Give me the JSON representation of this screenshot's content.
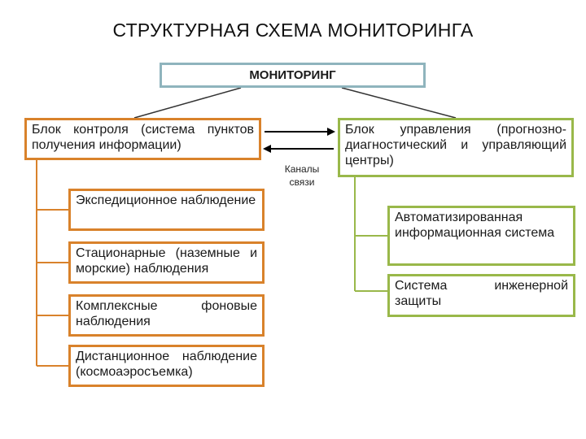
{
  "title": "СТРУКТУРНАЯ СХЕМА МОНИТОРИНГА",
  "root": "МОНИТОРИНГ",
  "control_block": "Блок контроля (система пунктов получения информации)",
  "management_block": "Блок управления (прогнозно-диагностический и управляющий центры)",
  "channels": "Каналы связи",
  "control_items": [
    "Экспедиционное наблюдение",
    "Стационарные (наземные и морские) наблюдения",
    "Комплексные фоновые наблюдения",
    "Дистанционное наблюдение (космоаэросъемка)"
  ],
  "management_items": [
    "Автоматизированная информационная система",
    "Система инженерной защиты"
  ],
  "colors": {
    "root_border": "#8fb4bd",
    "control_border": "#d9822b",
    "management_border": "#99b84a",
    "arrow": "#000000"
  }
}
